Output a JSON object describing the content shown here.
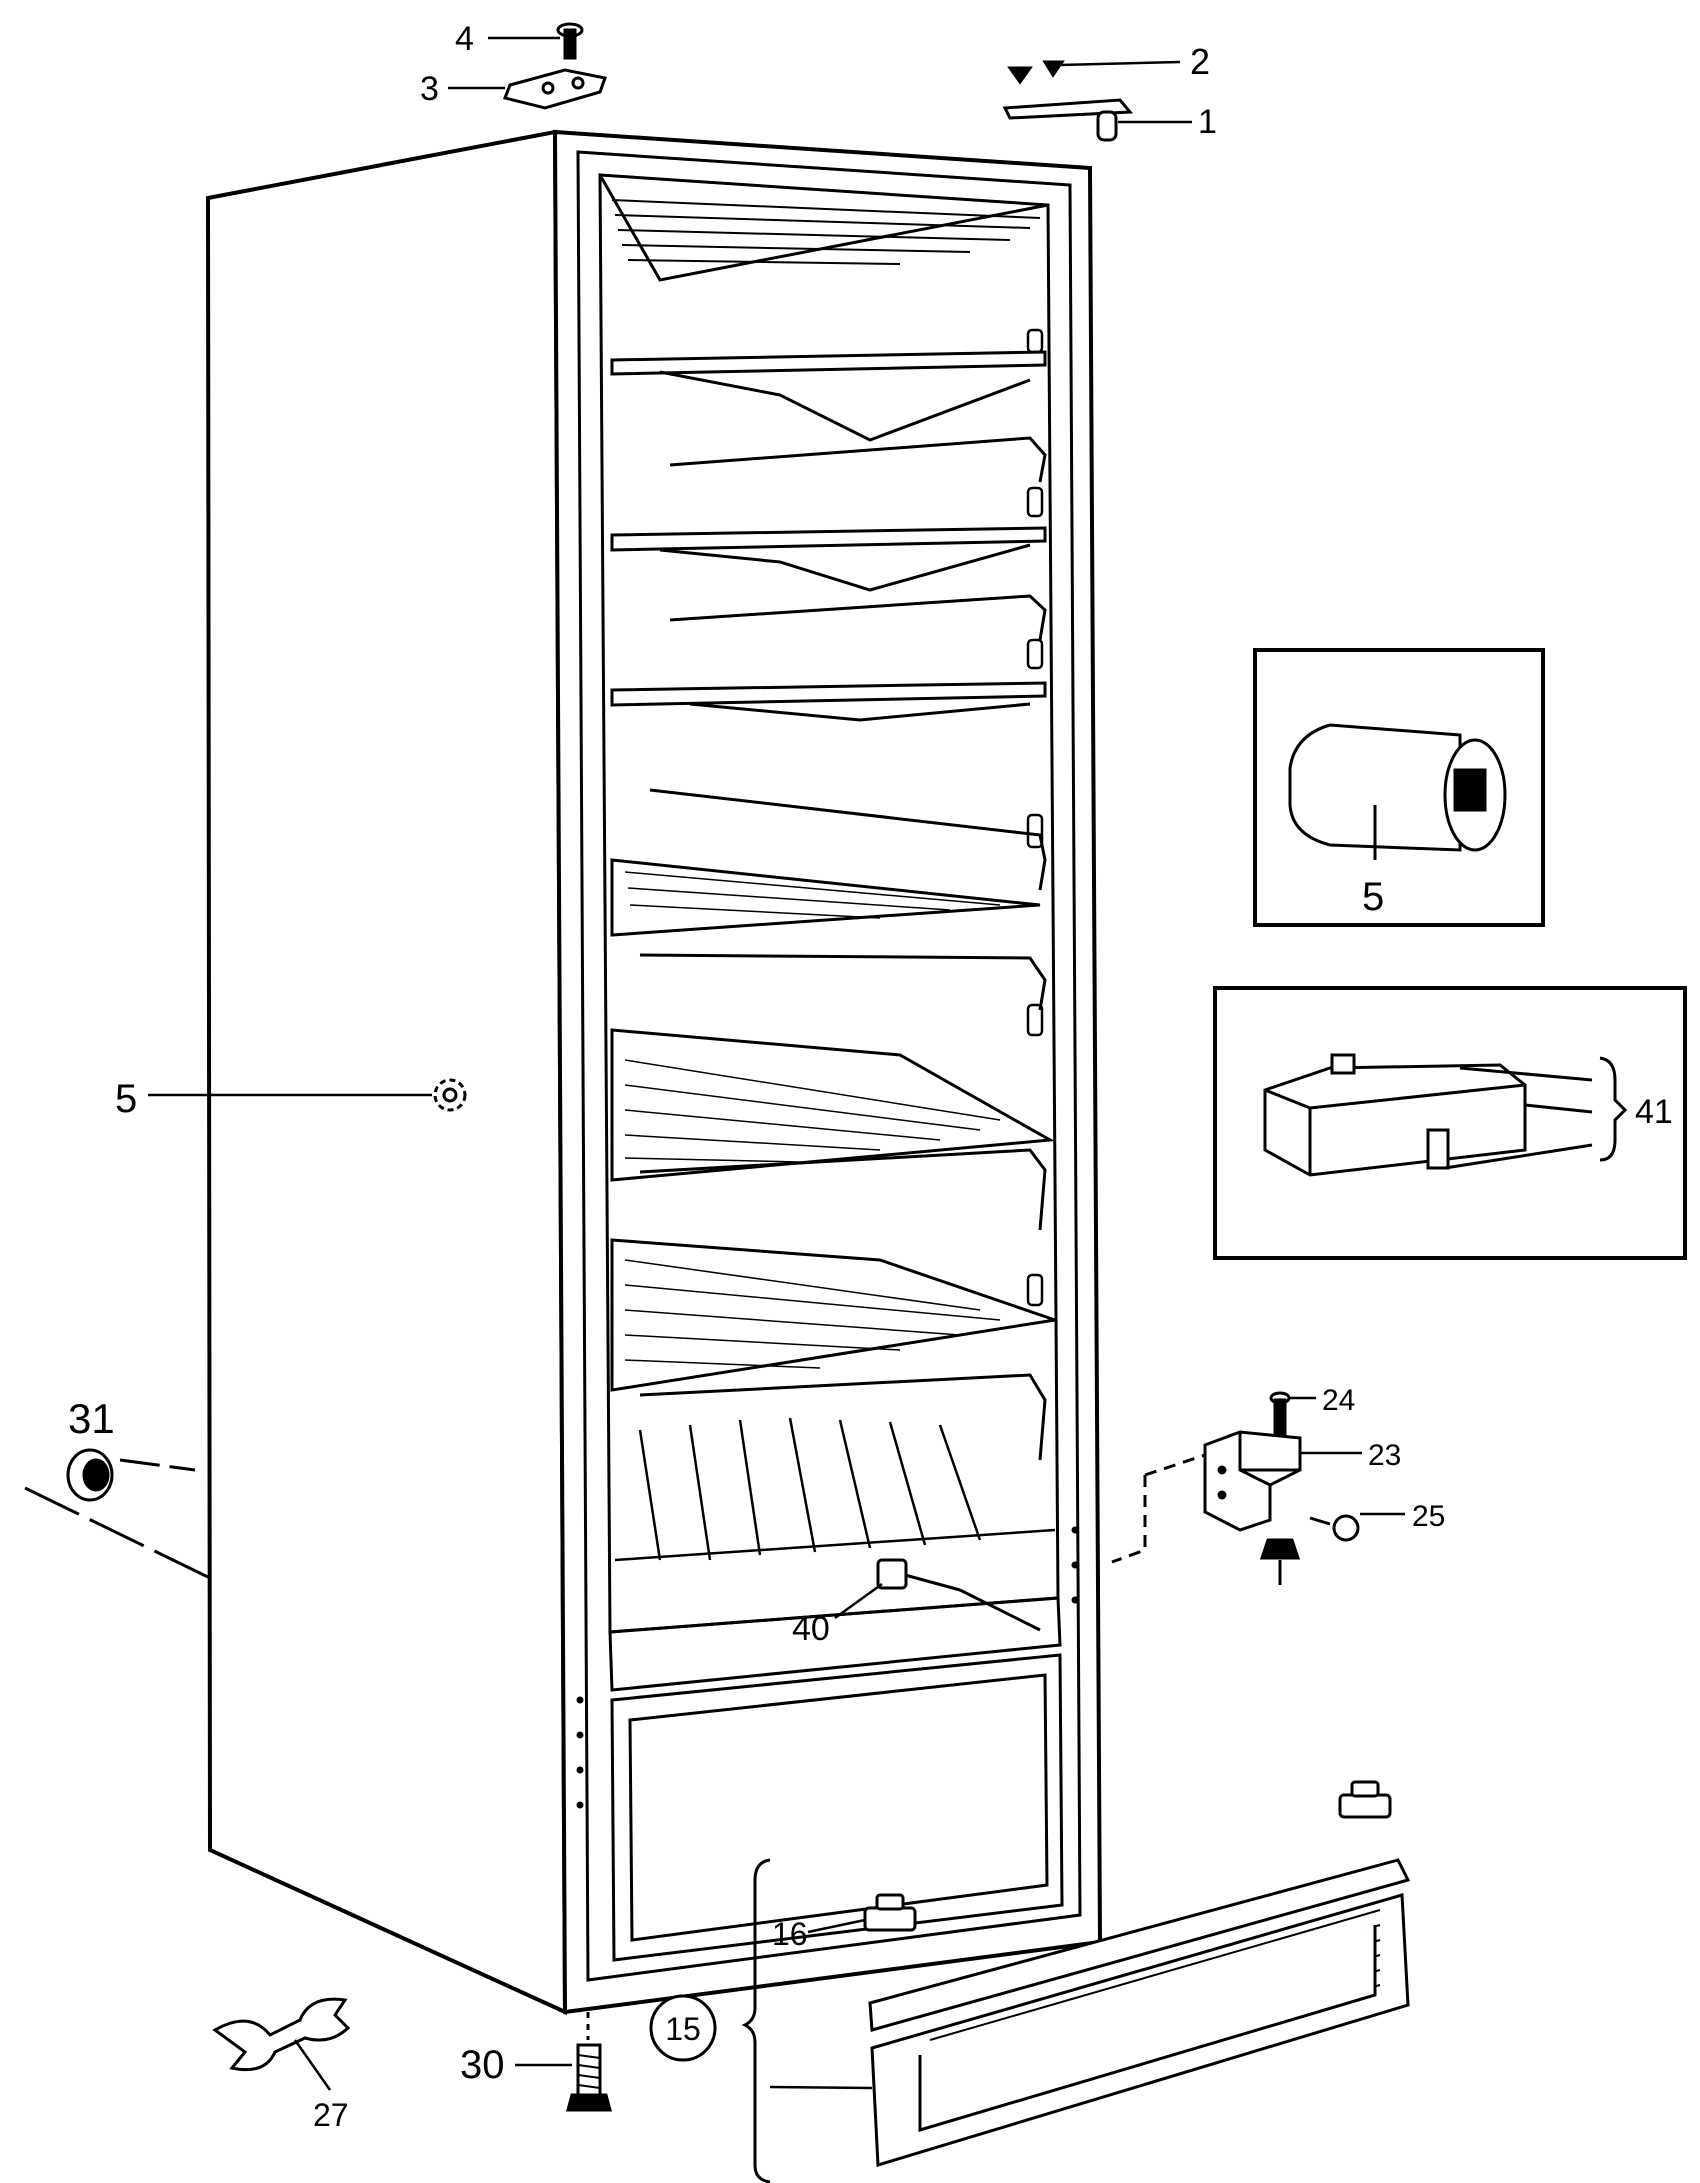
{
  "colors": {
    "ink": "#000000",
    "paper": "#ffffff"
  },
  "callouts": {
    "c1": "1",
    "c2": "2",
    "c3": "3",
    "c4": "4",
    "c5_side": "5",
    "c5_inset": "5",
    "c15": "15",
    "c16": "16",
    "c23": "23",
    "c24": "24",
    "c25": "25",
    "c27": "27",
    "c30": "30",
    "c31": "31",
    "c40": "40",
    "c41": "41"
  }
}
